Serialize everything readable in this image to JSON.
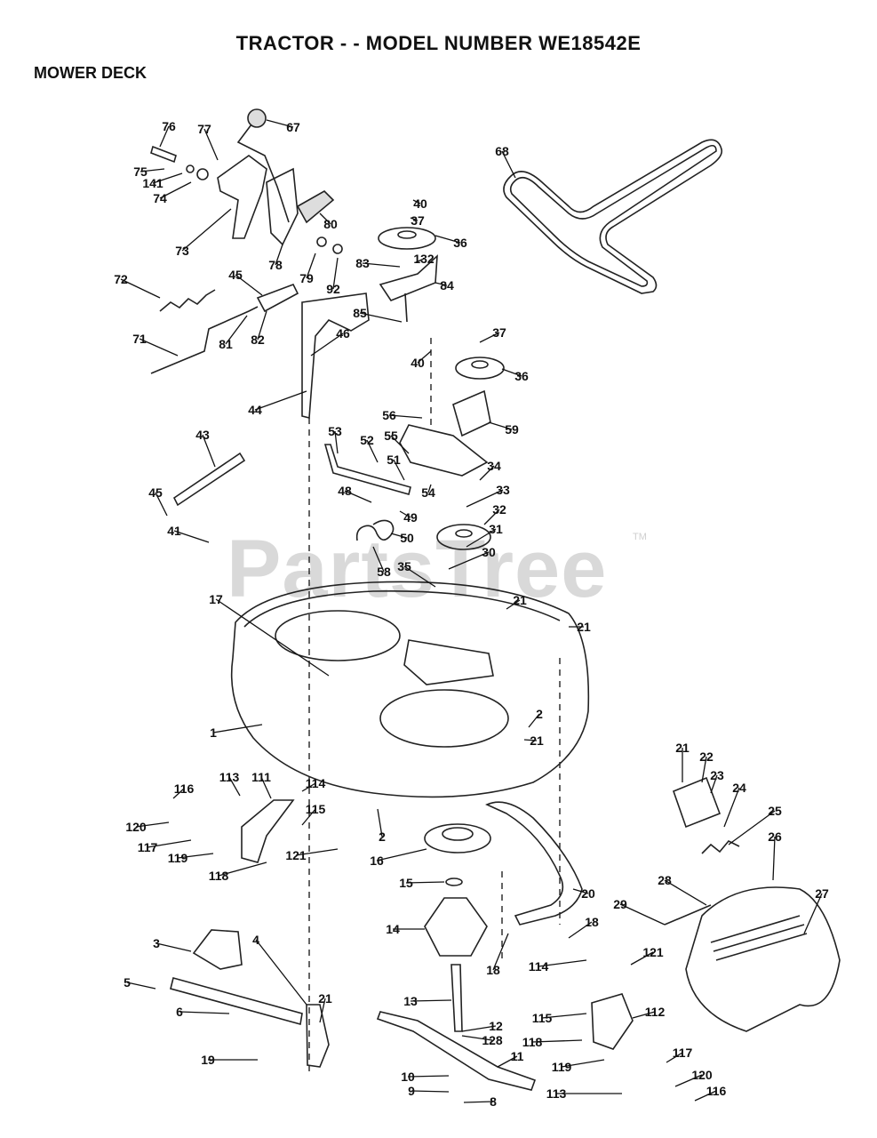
{
  "header": {
    "title": "TRACTOR - - MODEL NUMBER WE18542E",
    "section": "MOWER DECK"
  },
  "watermark": {
    "text": "PartsTree",
    "tm": "TM"
  },
  "callouts": [
    {
      "id": "76",
      "label": "76"
    },
    {
      "id": "77",
      "label": "77"
    },
    {
      "id": "67",
      "label": "67"
    },
    {
      "id": "75",
      "label": "75"
    },
    {
      "id": "141",
      "label": "141"
    },
    {
      "id": "74",
      "label": "74"
    },
    {
      "id": "73",
      "label": "73"
    },
    {
      "id": "78",
      "label": "78"
    },
    {
      "id": "80",
      "label": "80"
    },
    {
      "id": "79",
      "label": "79"
    },
    {
      "id": "92",
      "label": "92"
    },
    {
      "id": "68",
      "label": "68"
    },
    {
      "id": "40a",
      "label": "40"
    },
    {
      "id": "37a",
      "label": "37"
    },
    {
      "id": "36a",
      "label": "36"
    },
    {
      "id": "83",
      "label": "83"
    },
    {
      "id": "132",
      "label": "132"
    },
    {
      "id": "84",
      "label": "84"
    },
    {
      "id": "85",
      "label": "85"
    },
    {
      "id": "72",
      "label": "72"
    },
    {
      "id": "45a",
      "label": "45"
    },
    {
      "id": "81",
      "label": "81"
    },
    {
      "id": "82",
      "label": "82"
    },
    {
      "id": "71",
      "label": "71"
    },
    {
      "id": "46",
      "label": "46"
    },
    {
      "id": "40b",
      "label": "40"
    },
    {
      "id": "37b",
      "label": "37"
    },
    {
      "id": "36b",
      "label": "36"
    },
    {
      "id": "44",
      "label": "44"
    },
    {
      "id": "56",
      "label": "56"
    },
    {
      "id": "59",
      "label": "59"
    },
    {
      "id": "43",
      "label": "43"
    },
    {
      "id": "53",
      "label": "53"
    },
    {
      "id": "52",
      "label": "52"
    },
    {
      "id": "55",
      "label": "55"
    },
    {
      "id": "51",
      "label": "51"
    },
    {
      "id": "34",
      "label": "34"
    },
    {
      "id": "54",
      "label": "54"
    },
    {
      "id": "48",
      "label": "48"
    },
    {
      "id": "33",
      "label": "33"
    },
    {
      "id": "45b",
      "label": "45"
    },
    {
      "id": "49",
      "label": "49"
    },
    {
      "id": "32",
      "label": "32"
    },
    {
      "id": "41",
      "label": "41"
    },
    {
      "id": "50",
      "label": "50"
    },
    {
      "id": "31",
      "label": "31"
    },
    {
      "id": "58",
      "label": "58"
    },
    {
      "id": "30",
      "label": "30"
    },
    {
      "id": "35",
      "label": "35"
    },
    {
      "id": "17",
      "label": "17"
    },
    {
      "id": "21a",
      "label": "21"
    },
    {
      "id": "21b",
      "label": "21"
    },
    {
      "id": "1",
      "label": "1"
    },
    {
      "id": "2a",
      "label": "2"
    },
    {
      "id": "21c",
      "label": "21"
    },
    {
      "id": "21d",
      "label": "21"
    },
    {
      "id": "22",
      "label": "22"
    },
    {
      "id": "23",
      "label": "23"
    },
    {
      "id": "24",
      "label": "24"
    },
    {
      "id": "113a",
      "label": "113"
    },
    {
      "id": "111",
      "label": "111"
    },
    {
      "id": "116a",
      "label": "116"
    },
    {
      "id": "114a",
      "label": "114"
    },
    {
      "id": "115a",
      "label": "115"
    },
    {
      "id": "120a",
      "label": "120"
    },
    {
      "id": "2b",
      "label": "2"
    },
    {
      "id": "25",
      "label": "25"
    },
    {
      "id": "117a",
      "label": "117"
    },
    {
      "id": "119a",
      "label": "119"
    },
    {
      "id": "121a",
      "label": "121"
    },
    {
      "id": "16",
      "label": "16"
    },
    {
      "id": "26",
      "label": "26"
    },
    {
      "id": "118a",
      "label": "118"
    },
    {
      "id": "27",
      "label": "27"
    },
    {
      "id": "28",
      "label": "28"
    },
    {
      "id": "15",
      "label": "15"
    },
    {
      "id": "20",
      "label": "20"
    },
    {
      "id": "29",
      "label": "29"
    },
    {
      "id": "3",
      "label": "3"
    },
    {
      "id": "4",
      "label": "4"
    },
    {
      "id": "14",
      "label": "14"
    },
    {
      "id": "18a",
      "label": "18"
    },
    {
      "id": "18b",
      "label": "18"
    },
    {
      "id": "114b",
      "label": "114"
    },
    {
      "id": "121b",
      "label": "121"
    },
    {
      "id": "5",
      "label": "5"
    },
    {
      "id": "6",
      "label": "6"
    },
    {
      "id": "21e",
      "label": "21"
    },
    {
      "id": "13",
      "label": "13"
    },
    {
      "id": "115b",
      "label": "115"
    },
    {
      "id": "112",
      "label": "112"
    },
    {
      "id": "12",
      "label": "12"
    },
    {
      "id": "128",
      "label": "128"
    },
    {
      "id": "118b",
      "label": "118"
    },
    {
      "id": "19",
      "label": "19"
    },
    {
      "id": "11",
      "label": "11"
    },
    {
      "id": "117b",
      "label": "117"
    },
    {
      "id": "119b",
      "label": "119"
    },
    {
      "id": "10",
      "label": "10"
    },
    {
      "id": "120b",
      "label": "120"
    },
    {
      "id": "9",
      "label": "9"
    },
    {
      "id": "113b",
      "label": "113"
    },
    {
      "id": "116b",
      "label": "116"
    },
    {
      "id": "8",
      "label": "8"
    }
  ]
}
